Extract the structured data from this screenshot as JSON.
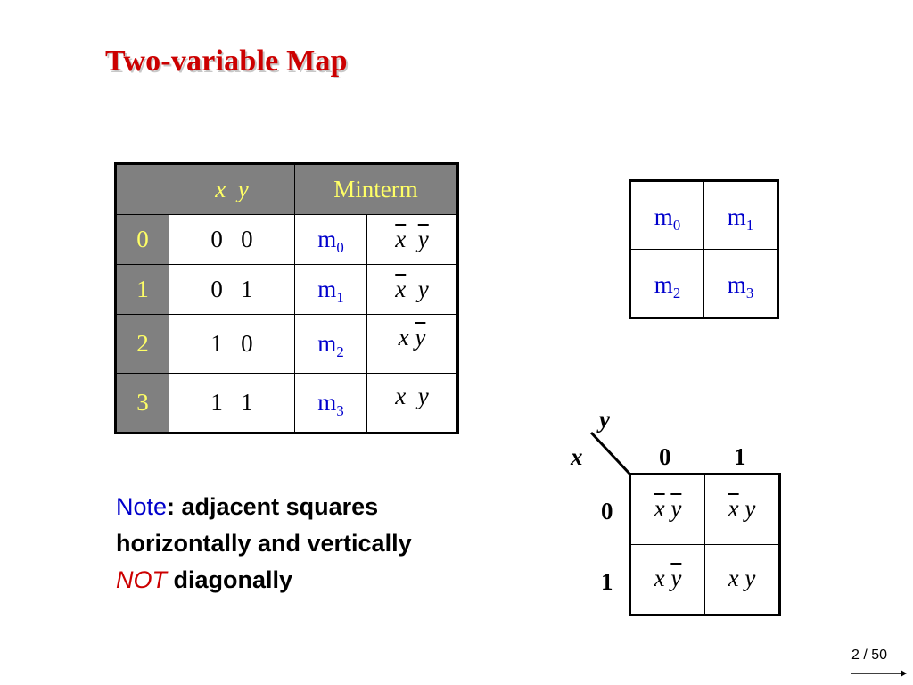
{
  "title": "Two-variable Map",
  "truth_table": {
    "header_xy": "x  y",
    "header_minterm": "Minterm",
    "rows": [
      {
        "index": "0",
        "xy": "0   0",
        "m": "m",
        "sub": "0",
        "x": "x",
        "y": "y",
        "x_bar": true,
        "y_bar": true
      },
      {
        "index": "1",
        "xy": "0   1",
        "m": "m",
        "sub": "1",
        "x": "x",
        "y": "y",
        "x_bar": true,
        "y_bar": false
      },
      {
        "index": "2",
        "xy": "1   0",
        "m": "m",
        "sub": "2",
        "x": "x",
        "y": "y",
        "x_bar": false,
        "y_bar": true
      },
      {
        "index": "3",
        "xy": "1   1",
        "m": "m",
        "sub": "3",
        "x": "x",
        "y": "y",
        "x_bar": false,
        "y_bar": false
      }
    ]
  },
  "minterm_grid": {
    "cells": [
      {
        "m": "m",
        "sub": "0"
      },
      {
        "m": "m",
        "sub": "1"
      },
      {
        "m": "m",
        "sub": "2"
      },
      {
        "m": "m",
        "sub": "3"
      }
    ]
  },
  "kmap": {
    "var_y": "y",
    "var_x": "x",
    "col_labels": [
      "0",
      "1"
    ],
    "row_labels": [
      "0",
      "1"
    ],
    "cells": [
      {
        "x": "x",
        "y": "y",
        "x_bar": true,
        "y_bar": true
      },
      {
        "x": "x",
        "y": "y",
        "x_bar": true,
        "y_bar": false
      },
      {
        "x": "x",
        "y": "y",
        "x_bar": false,
        "y_bar": true
      },
      {
        "x": "x",
        "y": "y",
        "x_bar": false,
        "y_bar": false
      }
    ]
  },
  "note": {
    "label": "Note",
    "line1_rest": ": adjacent squares",
    "line2": "horizontally and vertically",
    "line3_emph": "NOT",
    "line3_rest": " diagonally"
  },
  "page_number": "2 / 50",
  "colors": {
    "title": "#cc0000",
    "minterm_blue": "#0000cc",
    "header_gray": "#808080",
    "header_text": "#ffff66"
  }
}
